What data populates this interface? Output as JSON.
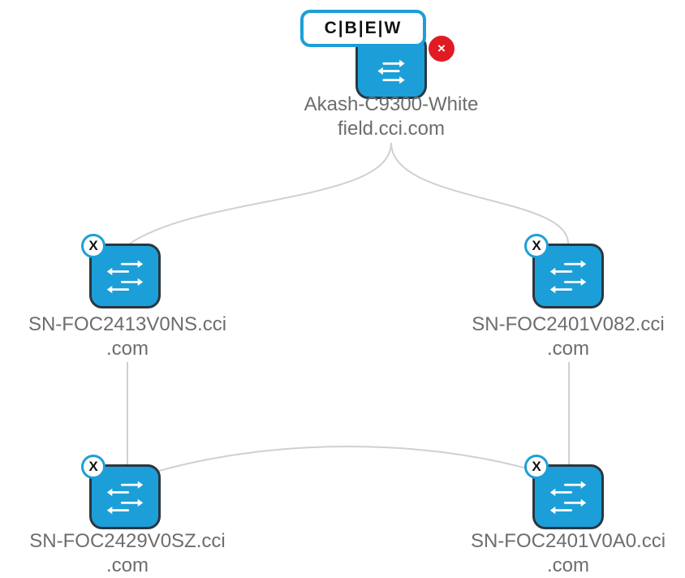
{
  "topology": {
    "root": {
      "role_tag": "C|B|E|W",
      "alert_symbol": "×",
      "label_line1": "Akash-C9300-White",
      "label_line2": "field.cci.com",
      "icon": "switch-icon"
    },
    "nodes": [
      {
        "badge": "X",
        "label_line1": "SN-FOC2413V0NS.cci",
        "label_line2": ".com",
        "icon": "switch-icon"
      },
      {
        "badge": "X",
        "label_line1": "SN-FOC2401V082.cci",
        "label_line2": ".com",
        "icon": "switch-icon"
      },
      {
        "badge": "X",
        "label_line1": "SN-FOC2429V0SZ.cci",
        "label_line2": ".com",
        "icon": "switch-icon"
      },
      {
        "badge": "X",
        "label_line1": "SN-FOC2401V0A0.cci",
        "label_line2": ".com",
        "icon": "switch-icon"
      }
    ],
    "colors": {
      "device_fill": "#1c9fd8",
      "device_border": "#2b3640",
      "alert": "#e01b24",
      "link": "#d0d0d0",
      "label_text": "#6d6d6d"
    }
  }
}
